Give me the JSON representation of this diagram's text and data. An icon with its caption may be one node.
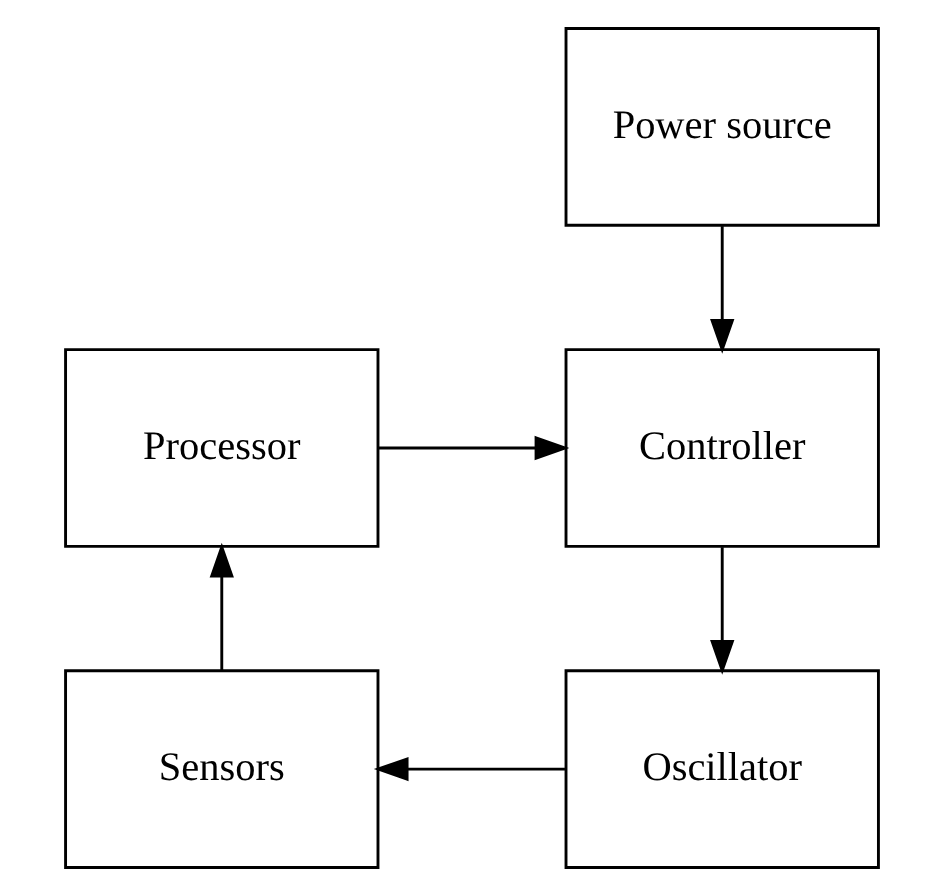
{
  "diagram": {
    "nodes": [
      {
        "text": [
          "Power source"
        ]
      },
      {
        "text": [
          "Processor"
        ]
      },
      {
        "text": [
          "Controller"
        ]
      },
      {
        "text": [
          "Sensors"
        ]
      },
      {
        "text": [
          "Oscillator"
        ]
      }
    ],
    "edges": [
      {
        "from": 0,
        "to": 2,
        "arrow": "to"
      },
      {
        "from": 1,
        "to": 2,
        "arrow": "to"
      },
      {
        "from": 2,
        "to": 4,
        "arrow": "to"
      },
      {
        "from": 4,
        "to": 3,
        "arrow": "to"
      },
      {
        "from": 3,
        "to": 1,
        "arrow": "to"
      }
    ]
  }
}
